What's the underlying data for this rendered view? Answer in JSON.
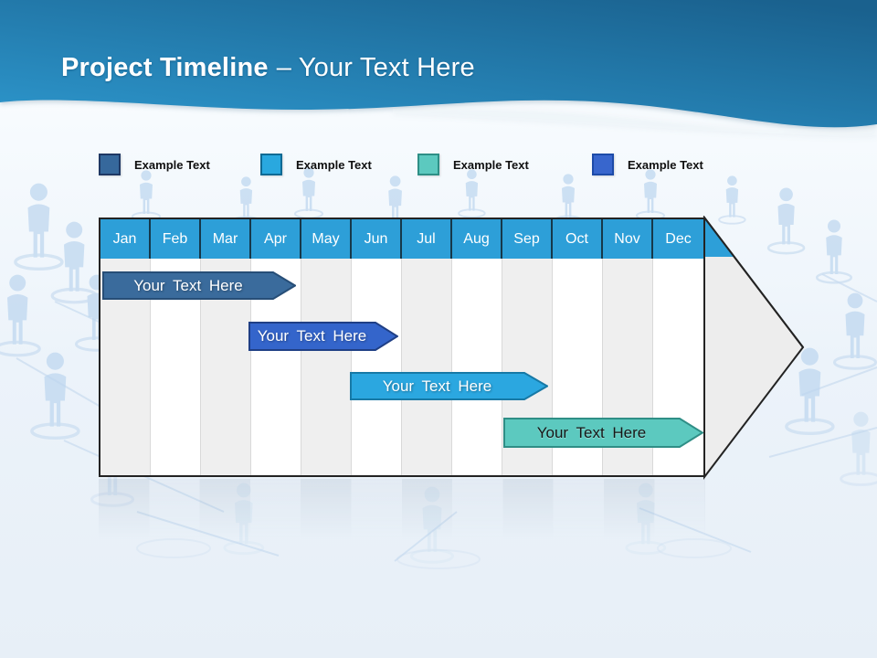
{
  "title": {
    "bold": "Project Timeline",
    "rest": "– Your Text Here"
  },
  "legend": {
    "items": [
      {
        "label": "Example Text",
        "color": "#36689C"
      },
      {
        "label": "Example Text",
        "color": "#29A8DF"
      },
      {
        "label": "Example Text",
        "color": "#5CC9BF"
      },
      {
        "label": "Example Text",
        "color": "#3866CD"
      }
    ]
  },
  "timeline": {
    "months": [
      "Jan",
      "Feb",
      "Mar",
      "Apr",
      "May",
      "Jun",
      "Jul",
      "Aug",
      "Sep",
      "Oct",
      "Nov",
      "Dec"
    ],
    "bars": [
      {
        "label": "Your  Text Here",
        "fill": "#3A6B9C",
        "start_month": "Jan",
        "end_month": "Apr"
      },
      {
        "label": "Your  Text Here",
        "fill": "#3465CB",
        "start_month": "Apr",
        "end_month": "Jun"
      },
      {
        "label": "Your  Text Here",
        "fill": "#2BA7E0",
        "start_month": "Jun",
        "end_month": "Sep"
      },
      {
        "label": "Your  Text Here",
        "fill": "#5CC9BF",
        "start_month": "Sep",
        "end_month": "Dec"
      }
    ]
  },
  "colors": {
    "band-top": "#1a618e",
    "band-bottom": "#2d97cd",
    "month-blue": "#2D9FD8",
    "col-gray": "#efefef",
    "chart-border": "#232323",
    "tip-fill": "#ededed",
    "bar1-fill": "#3A6B9C",
    "bar1-stroke": "#274e77",
    "bar2-fill": "#3465CB",
    "bar2-stroke": "#1f3f85",
    "bar3-fill": "#2BA7E0",
    "bar3-stroke": "#1779a6",
    "bar4-fill": "#5CC9BF",
    "bar4-stroke": "#2f8e86",
    "legend1": "#36689C",
    "legend1-border": "#1F3864",
    "legend2": "#29A8DF",
    "legend2-border": "#0f6a94",
    "legend3": "#5CC9BF",
    "legend3-border": "#2e8f86",
    "legend4": "#3866CD",
    "legend4-border": "#1d4ba8",
    "figure-blue": "#bcd6ef",
    "line-blue": "#c9dcf0"
  }
}
